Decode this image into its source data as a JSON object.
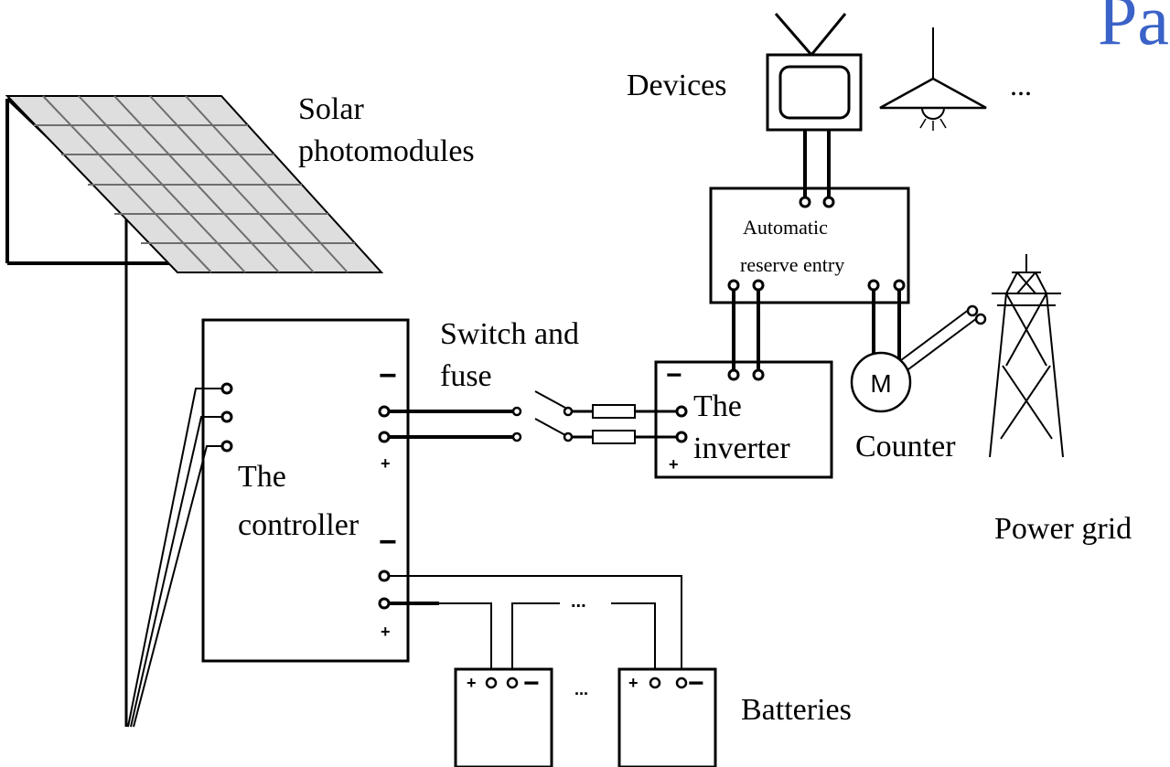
{
  "corner_text": "Pa",
  "labels": {
    "solar_line1": "Solar",
    "solar_line2": "photomodules",
    "devices": "Devices",
    "ellipsis_devices": "...",
    "ats_line1": "Automatic",
    "ats_line2": "reserve entry",
    "switch_line1": "Switch and",
    "switch_line2": "fuse",
    "inverter_line1": "The",
    "inverter_line2": "inverter",
    "counter": "Counter",
    "counter_symbol": "M",
    "power_grid": "Power grid",
    "controller_line1": "The",
    "controller_line2": "controller",
    "batteries": "Batteries",
    "ellipsis_batteries": "...",
    "ellipsis_wire": "..."
  },
  "polarity": {
    "minus": "−",
    "plus": "+"
  }
}
